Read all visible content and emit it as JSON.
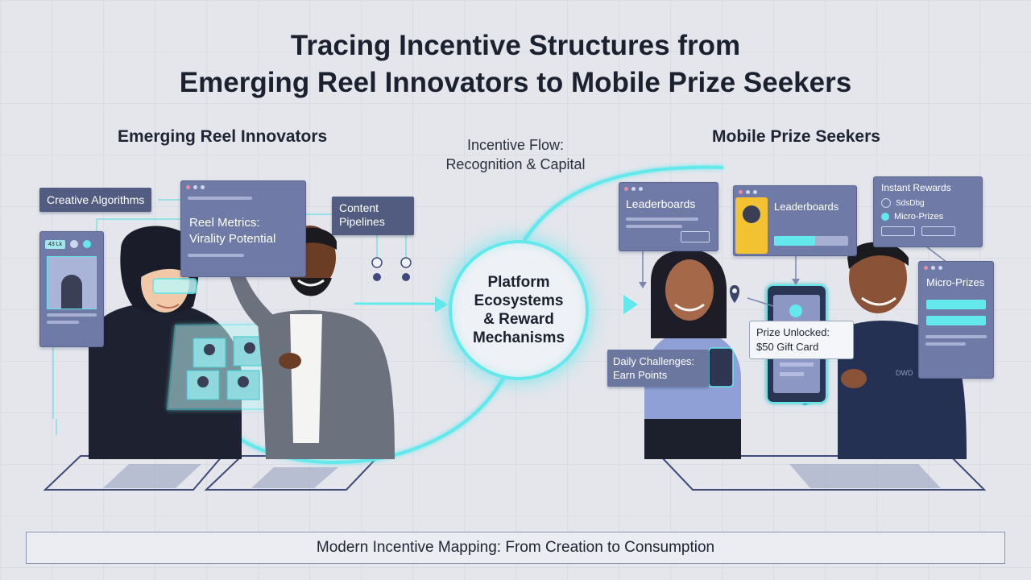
{
  "title": {
    "line1": "Tracing Incentive Structures from",
    "line2": "Emerging Reel Innovators to Mobile Prize Seekers"
  },
  "left_section": {
    "heading": "Emerging Reel Innovators",
    "creative_algorithms": "Creative Algorithms",
    "reel_metrics": "Reel Metrics:",
    "virality_potential": "Virality Potential",
    "content_pipelines": "Content Pipelines",
    "profile_badge": "43 Lk"
  },
  "center": {
    "flow_line1": "Incentive Flow:",
    "flow_line2": "Recognition & Capital",
    "hub_line1": "Platform",
    "hub_line2": "Ecosystems",
    "hub_line3": "& Reward",
    "hub_line4": "Mechanisms"
  },
  "right_section": {
    "heading": "Mobile Prize Seekers",
    "leaderboards_a": "Leaderboards",
    "leaderboards_b": "Leaderboards",
    "instant_rewards": "Instant Rewards",
    "instant_rewards_item1": "SdsDbg",
    "instant_rewards_item2": "Micro-Prizes",
    "micro_prizes": "Micro-Prizes",
    "daily_challenges_line1": "Daily Challenges:",
    "daily_challenges_line2": "Earn Points",
    "prize_unlocked_line1": "Prize Unlocked:",
    "prize_unlocked_line2": "$50 Gift Card",
    "shirt_text": "DWD"
  },
  "footer": {
    "caption": "Modern Incentive Mapping: From Creation to Consumption"
  },
  "colors": {
    "background": "#e4e6ec",
    "glow": "#63e8ec",
    "card": "#6f7ba6",
    "tag": "#515c80"
  }
}
